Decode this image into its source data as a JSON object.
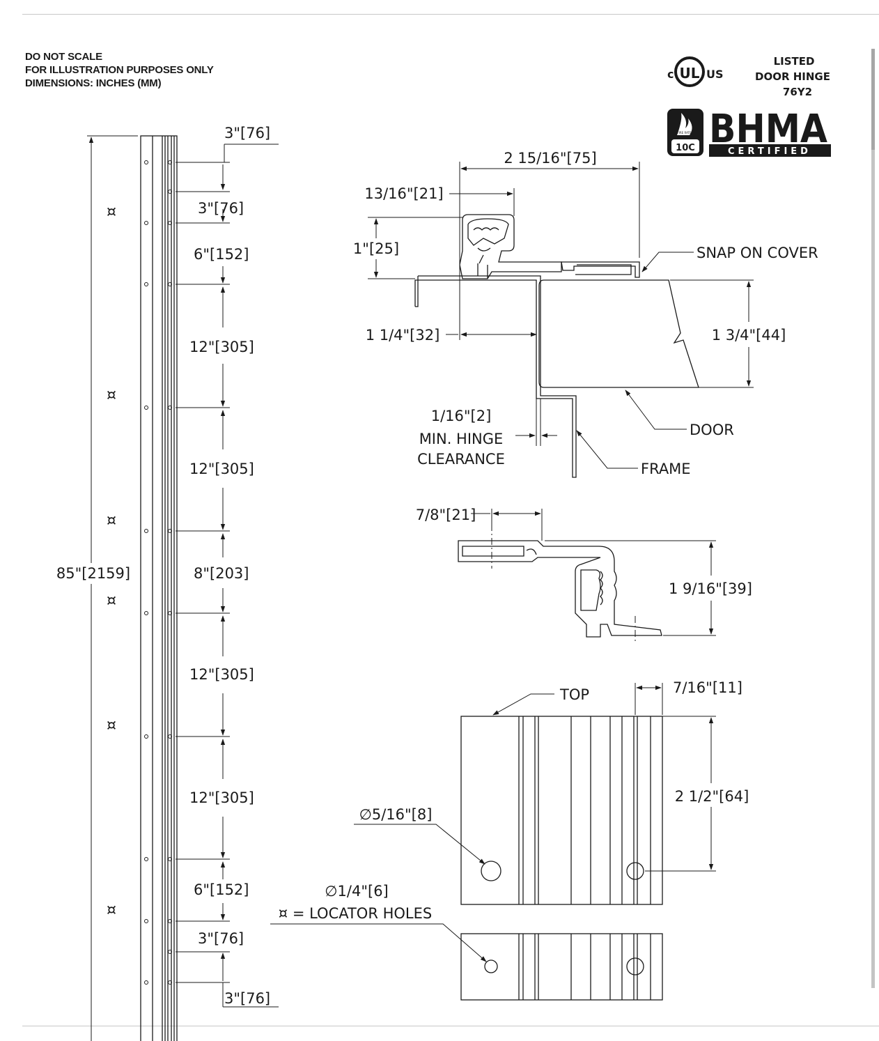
{
  "notes": [
    "DO NOT SCALE",
    "FOR ILLUSTRATION PURPOSES ONLY",
    "DIMENSIONS: INCHES (MM)"
  ],
  "certification": {
    "ul_prefix": "c",
    "ul_mark": "UL",
    "ul_suffix": "US",
    "ul_listing": [
      "LISTED",
      "DOOR HINGE",
      "76Y2"
    ],
    "fire_rating_label": "FIRE RATED",
    "fire_rating": "10C",
    "bhma": "BHMA",
    "bhma_certified": "CERTIFIED"
  },
  "locator_symbol": "¤",
  "elevation": {
    "overall": "85\"[2159]",
    "dims": [
      "3\"[76]",
      "3\"[76]",
      "6\"[152]",
      "12\"[305]",
      "12\"[305]",
      "8\"[203]",
      "12\"[305]",
      "12\"[305]",
      "6\"[152]",
      "3\"[76]",
      "3\"[76]"
    ]
  },
  "section": {
    "width_215": "2 15/16\"[75]",
    "dim_1316": "13/16\"[21]",
    "dim_1": "1\"[25]",
    "dim_114": "1 1/4\"[32]",
    "dim_134": "1 3/4\"[44]",
    "dim_116": "1/16\"[2]",
    "min_clearance": [
      "MIN. HINGE",
      "CLEARANCE"
    ],
    "snap_cover": "SNAP ON COVER",
    "door": "DOOR",
    "frame": "FRAME"
  },
  "profile": {
    "dim_78": "7/8\"[21]",
    "dim_1916": "1 9/16\"[39]"
  },
  "detail": {
    "top": "TOP",
    "dim_716": "7/16\"[11]",
    "dim_212": "2 1/2\"[64]",
    "hole_516": "∅5/16\"[8]",
    "hole_14": "∅1/4\"[6]",
    "locator_legend": "¤ = LOCATOR HOLES"
  },
  "colors": {
    "ink": "#1a1a1a",
    "rule": "#c8c8c8",
    "scrollbar": "#c4c4c4"
  }
}
